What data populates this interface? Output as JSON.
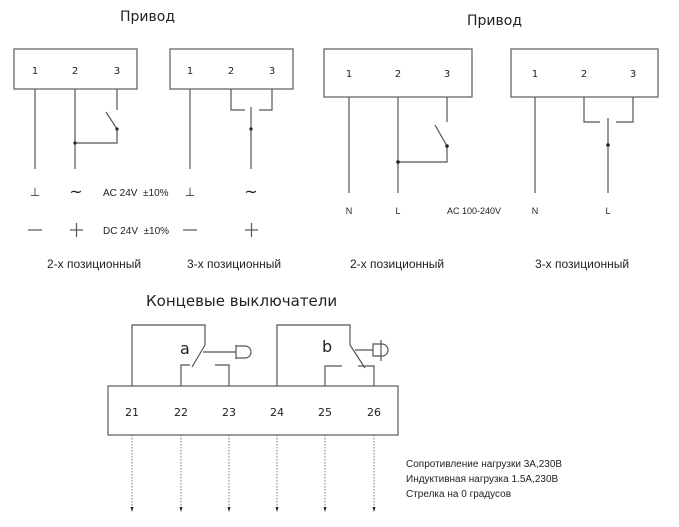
{
  "actuator_diagrams": {
    "left_title": "Привод",
    "right_title": "Привод",
    "low_voltage": {
      "two_position": {
        "terminals": [
          "1",
          "2",
          "3"
        ],
        "caption": "2-х позиционный"
      },
      "three_position": {
        "terminals": [
          "1",
          "2",
          "3"
        ],
        "caption": "3-х позиционный"
      },
      "ac_label": "AC 24V  ±10%",
      "dc_label": "DC 24V  ±10%",
      "ac_symbols": [
        "⊥",
        "~"
      ],
      "dc_symbols": [
        "—",
        "+"
      ]
    },
    "high_voltage": {
      "two_position": {
        "terminals": [
          "1",
          "2",
          "3"
        ],
        "wire_labels": [
          "N",
          "L"
        ],
        "voltage_label": "AC 100-240V",
        "caption": "2-х позиционный"
      },
      "three_position": {
        "terminals": [
          "1",
          "2",
          "3"
        ],
        "wire_labels": [
          "N",
          "L"
        ],
        "caption": "3-х позиционный"
      }
    }
  },
  "limit_switches": {
    "title": "Концевые выключатели",
    "switch_a_label": "a",
    "switch_b_label": "b",
    "terminals": [
      "21",
      "22",
      "23",
      "24",
      "25",
      "26"
    ],
    "notes": [
      "Сопротивление нагрузки 3A,230В",
      "Индуктивная нагрузка 1.5A,230В",
      "Стрелка на 0 градусов"
    ]
  }
}
